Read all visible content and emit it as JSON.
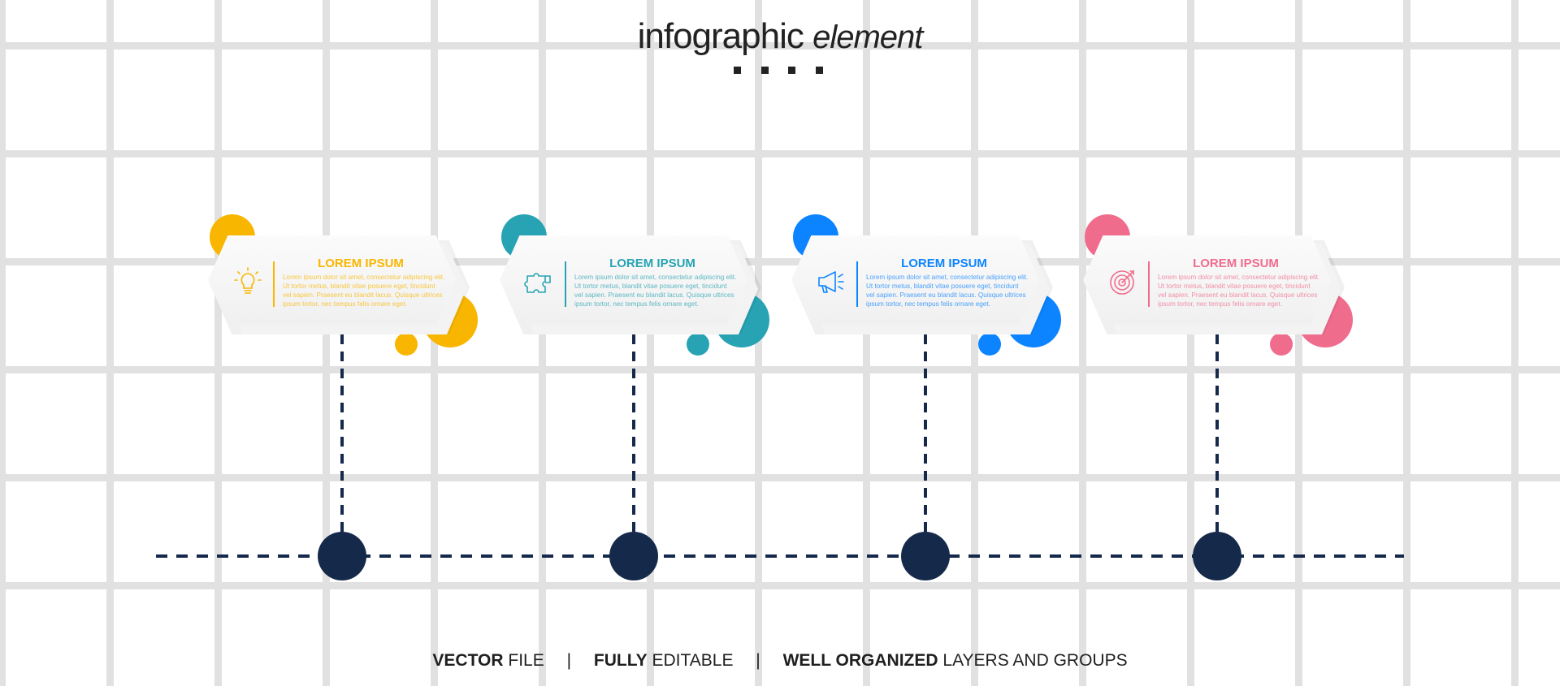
{
  "header": {
    "title_main": "infographic",
    "title_sub": "element"
  },
  "colors": {
    "navy": "#15294a",
    "step1": "#f9b600",
    "step2": "#27a3b3",
    "step3": "#0d84ff",
    "step4": "#f06c8d"
  },
  "steps": [
    {
      "title": "LOREM IPSUM",
      "body": "Lorem ipsum dolor sit amet, consectetur adipiscing elit. Ut tortor metus, blandit vitae posuere eget, tincidunt vel sapien. Praesent eu blandit lacus. Quisque ultrices ipsum tortor, nec tempus felis ornare eget.",
      "icon": "lightbulb-icon",
      "color": "#f9b600"
    },
    {
      "title": "LOREM IPSUM",
      "body": "Lorem ipsum dolor sit amet, consectetur adipiscing elit. Ut tortor metus, blandit vitae posuere eget, tincidunt vel sapien. Praesent eu blandit lacus. Quisque ultrices ipsum tortor, nec tempus felis ornare eget.",
      "icon": "puzzle-piece-icon",
      "color": "#27a3b3"
    },
    {
      "title": "LOREM IPSUM",
      "body": "Lorem ipsum dolor sit amet, consectetur adipiscing elit. Ut tortor metus, blandit vitae posuere eget, tincidunt vel sapien. Praesent eu blandit lacus. Quisque ultrices ipsum tortor, nec tempus felis ornare eget.",
      "icon": "megaphone-icon",
      "color": "#0d84ff"
    },
    {
      "title": "LOREM IPSUM",
      "body": "Lorem ipsum dolor sit amet, consectetur adipiscing elit. Ut tortor metus, blandit vitae posuere eget, tincidunt vel sapien. Praesent eu blandit lacus. Quisque ultrices ipsum tortor, nec tempus felis ornare eget.",
      "icon": "target-icon",
      "color": "#f06c8d"
    }
  ],
  "footer": {
    "part1_bold": "VECTOR",
    "part1_rest": "FILE",
    "sep": "|",
    "part2_bold": "FULLY",
    "part2_rest": "EDITABLE",
    "part3_bold": "WELL ORGANIZED",
    "part3_rest": "LAYERS AND GROUPS"
  }
}
